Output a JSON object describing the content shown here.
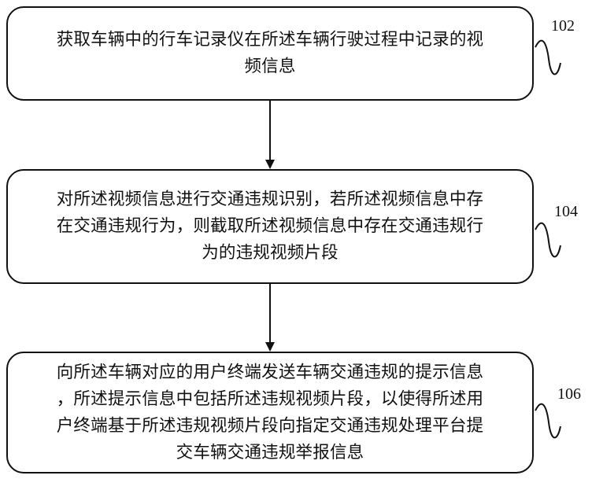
{
  "steps": [
    {
      "label": "102",
      "lines": [
        "获取车辆中的行车记录仪在所述车辆行驶过程中记录的视",
        "频信息"
      ]
    },
    {
      "label": "104",
      "lines": [
        "对所述视频信息进行交通违规识别，若所述视频信息中存",
        "在交通违规行为，则截取所述视频信息中存在交通违规行",
        "为的违规视频片段"
      ]
    },
    {
      "label": "106",
      "lines": [
        "向所述车辆对应的用户终端发送车辆交通违规的提示信息",
        "，所述提示信息中包括所述违规视频片段，以使得所述用",
        "户终端基于所述违规视频片段向指定交通违规处理平台提",
        "交车辆交通违规举报信息"
      ]
    }
  ]
}
